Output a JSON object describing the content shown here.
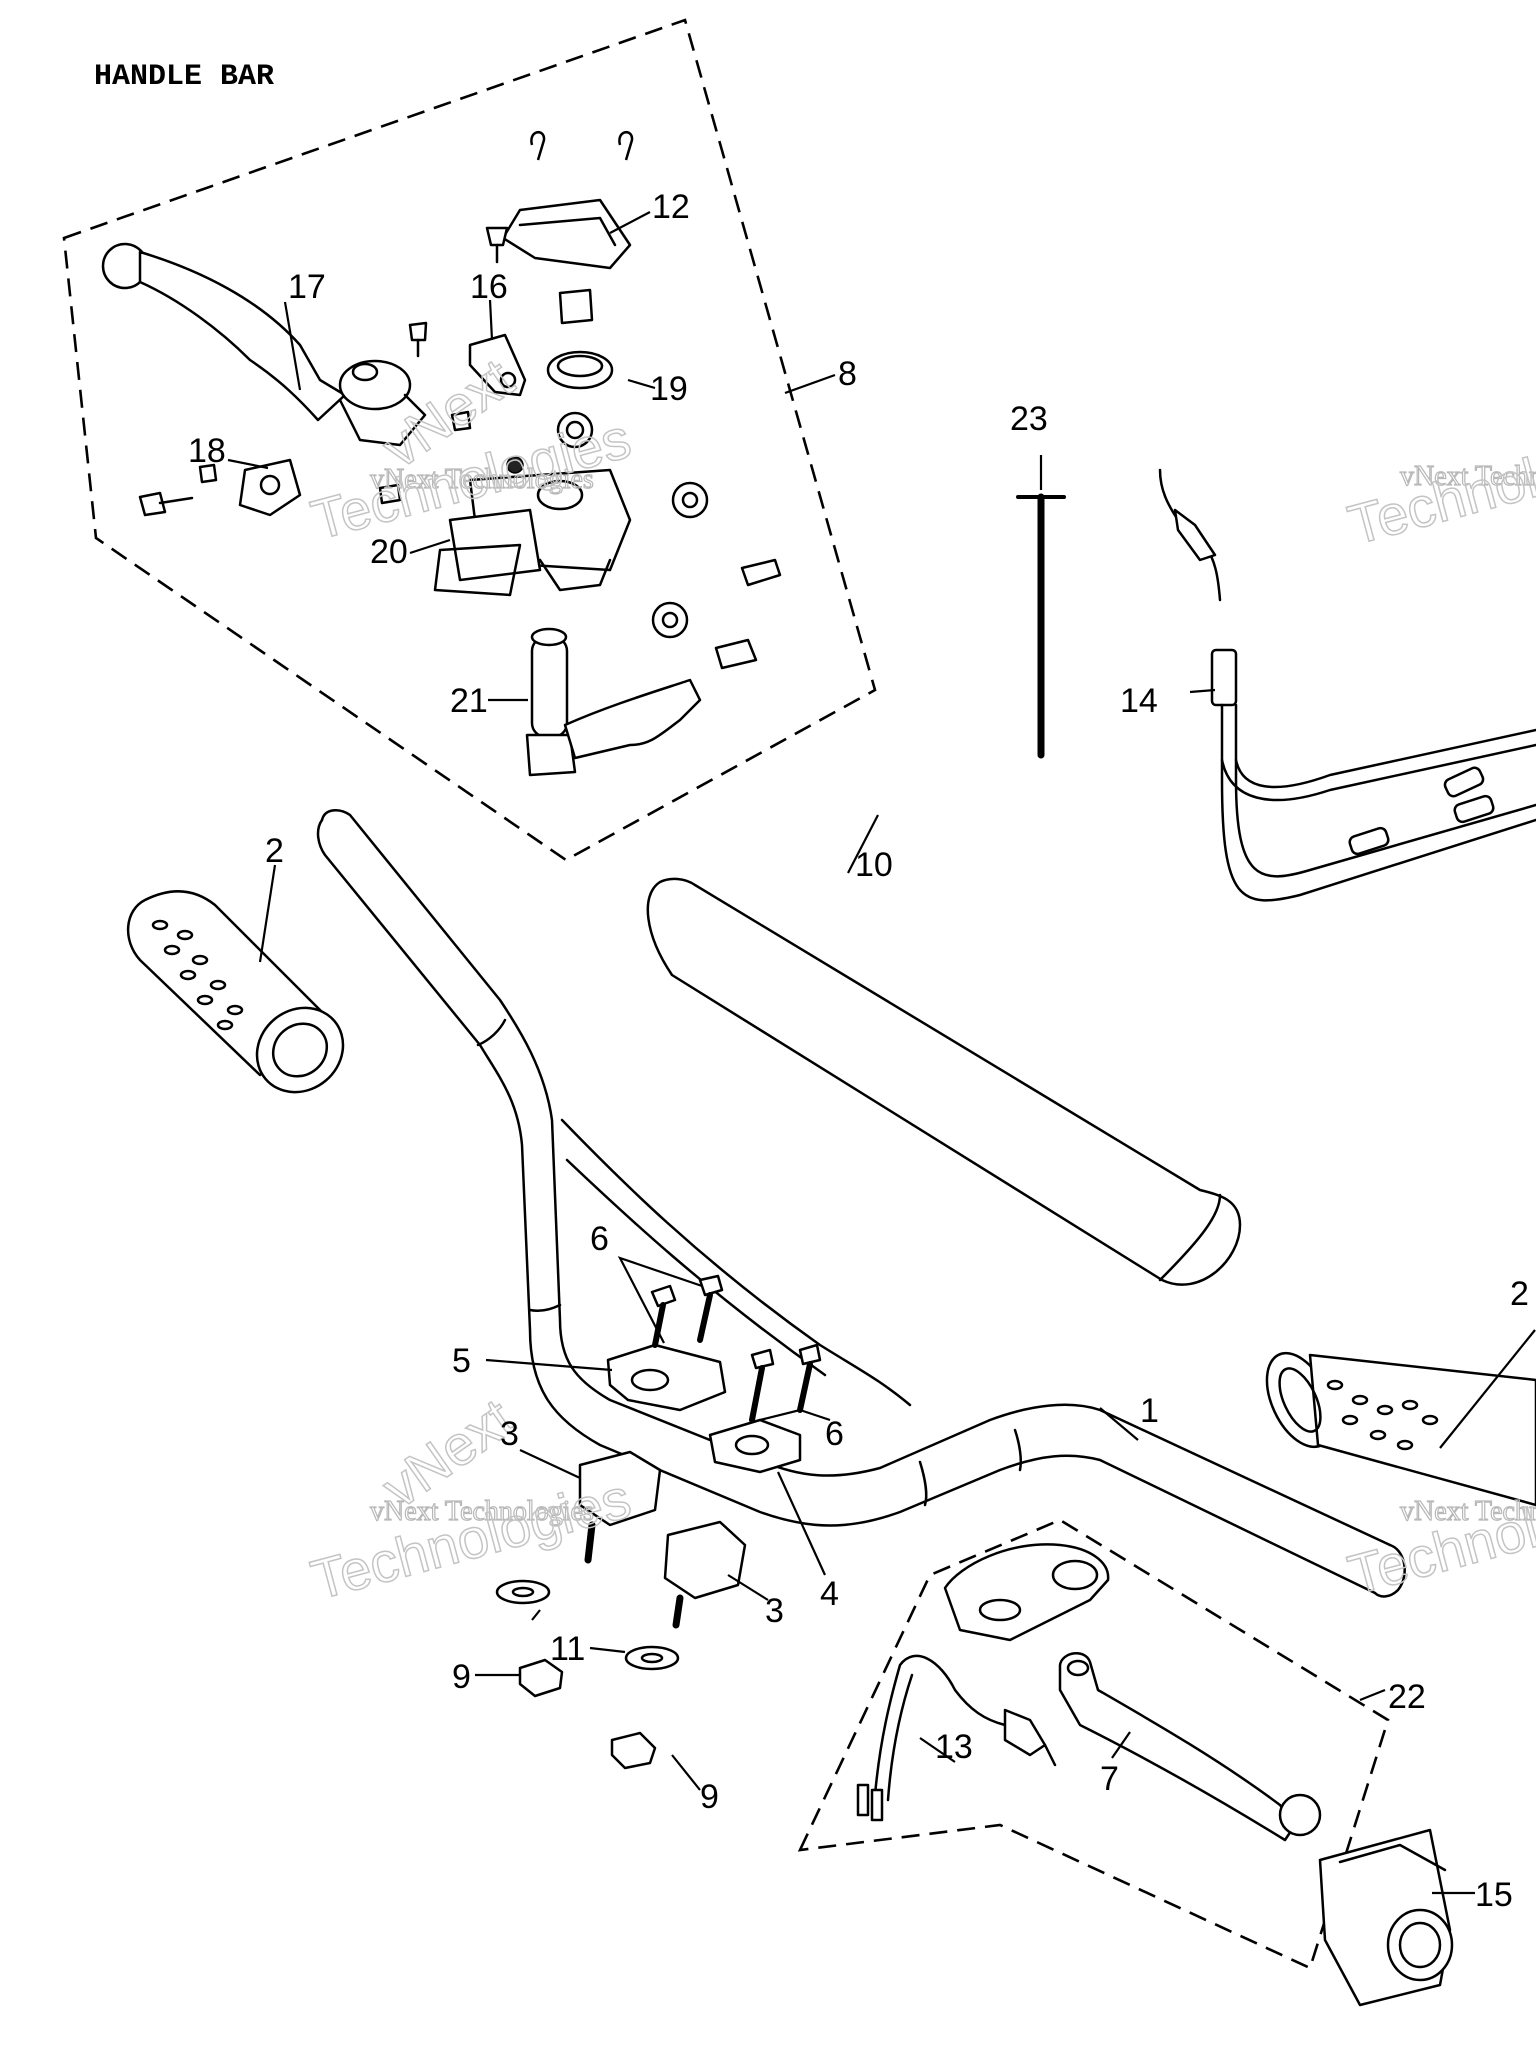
{
  "title": "HANDLE BAR",
  "watermark": {
    "line1": "vNext Technologies",
    "line2": "Technologies",
    "line3": "vNext"
  },
  "callouts": [
    {
      "id": "1",
      "label": "1"
    },
    {
      "id": "2a",
      "label": "2"
    },
    {
      "id": "2b",
      "label": "2"
    },
    {
      "id": "3a",
      "label": "3"
    },
    {
      "id": "3b",
      "label": "3"
    },
    {
      "id": "4",
      "label": "4"
    },
    {
      "id": "5",
      "label": "5"
    },
    {
      "id": "6a",
      "label": "6"
    },
    {
      "id": "6b",
      "label": "6"
    },
    {
      "id": "7",
      "label": "7"
    },
    {
      "id": "8",
      "label": "8"
    },
    {
      "id": "9a",
      "label": "9"
    },
    {
      "id": "9b",
      "label": "9"
    },
    {
      "id": "10",
      "label": "10"
    },
    {
      "id": "11",
      "label": "11"
    },
    {
      "id": "12",
      "label": "12"
    },
    {
      "id": "13",
      "label": "13"
    },
    {
      "id": "14",
      "label": "14"
    },
    {
      "id": "15",
      "label": "15"
    },
    {
      "id": "16",
      "label": "16"
    },
    {
      "id": "17",
      "label": "17"
    },
    {
      "id": "18",
      "label": "18"
    },
    {
      "id": "19",
      "label": "19"
    },
    {
      "id": "20",
      "label": "20"
    },
    {
      "id": "21",
      "label": "21"
    },
    {
      "id": "22",
      "label": "22"
    },
    {
      "id": "23",
      "label": "23"
    }
  ]
}
